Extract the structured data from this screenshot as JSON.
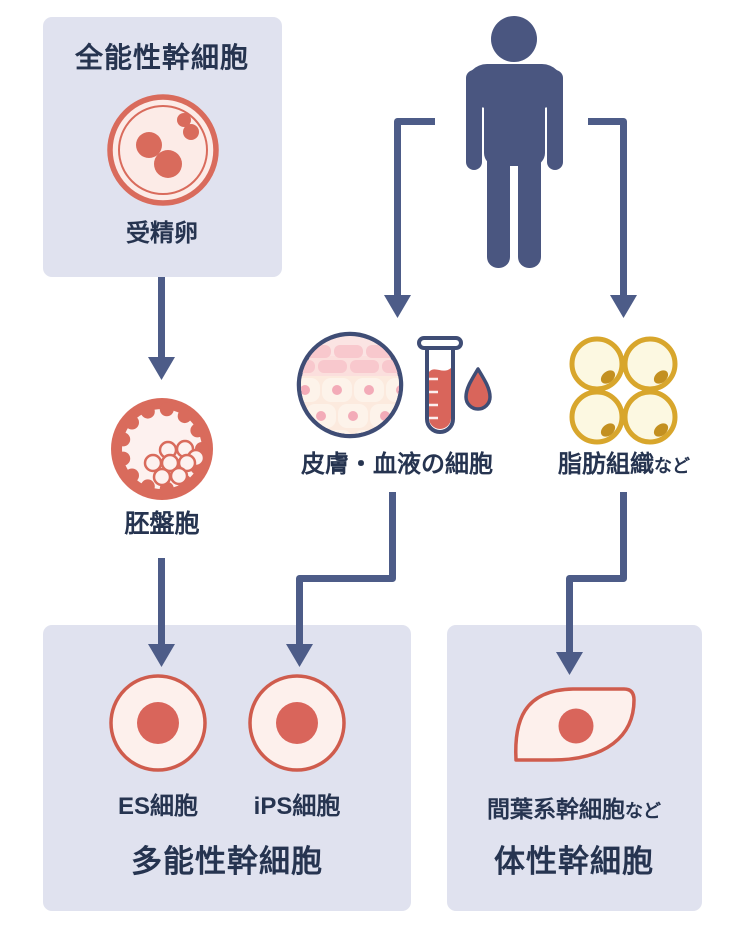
{
  "colors": {
    "box_bg": "#e0e2ef",
    "text_navy": "#263450",
    "arrow_slate": "#4d5c88",
    "person_slate": "#4a5680",
    "cell_red": "#d9655b",
    "cell_red_stroke": "#cf5c4d",
    "cell_pink_fill": "#fdf0ec",
    "outline_navy": "#3f4d75",
    "fat_gold_stroke": "#d8a62c",
    "fat_cream_fill": "#fcf8e1",
    "fat_nucleus_gold": "#c39020"
  },
  "top_box": {
    "title": "全能性幹細胞",
    "label": "受精卵"
  },
  "source_row": {
    "blastocyst_label": "胚盤胞",
    "skin_blood_label": "皮膚・血液の細胞",
    "fat_label": "脂肪組織",
    "fat_label_suffix": "など"
  },
  "pluripotent_box": {
    "cells": [
      {
        "label": "ES細胞"
      },
      {
        "label": "iPS細胞"
      }
    ],
    "title": "多能性幹細胞"
  },
  "somatic_box": {
    "cell_label": "間葉系幹細胞",
    "cell_label_suffix": "など",
    "title": "体性幹細胞"
  },
  "icons": [
    "human-silhouette-icon",
    "fertilized-egg-icon",
    "blastocyst-icon",
    "skin-cells-icon",
    "test-tube-icon",
    "blood-drop-icon",
    "fat-tissue-icon",
    "es-cell-icon",
    "ips-cell-icon",
    "mesenchymal-cell-icon",
    "arrow-down-icon"
  ]
}
